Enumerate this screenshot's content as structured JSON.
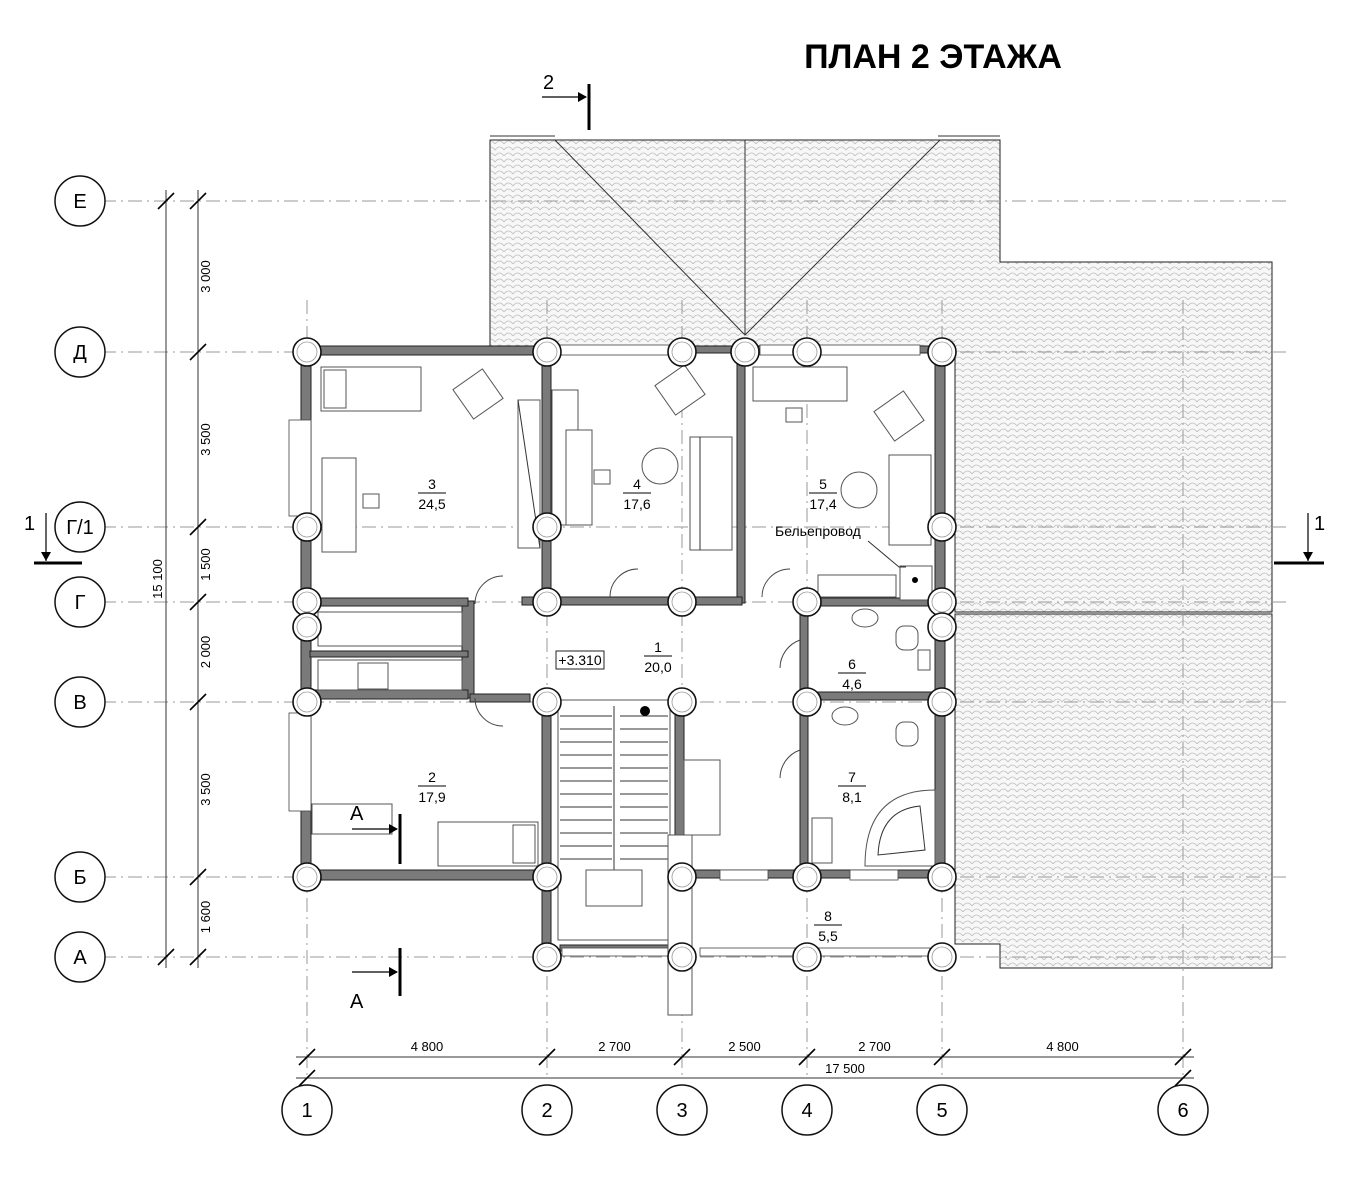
{
  "title": "ПЛАН 2 ЭТАЖА",
  "axes_letter": [
    "Е",
    "Д",
    "Г/1",
    "Г",
    "В",
    "Б",
    "А"
  ],
  "axes_number": [
    "1",
    "2",
    "3",
    "4",
    "5",
    "6"
  ],
  "dims_vertical": [
    "3 000",
    "3 500",
    "1 500",
    "2 000",
    "3 500",
    "1 600"
  ],
  "dim_vertical_total": "15 100",
  "dims_horizontal": [
    "4 800",
    "2 700",
    "2 500",
    "2 700",
    "4 800"
  ],
  "dim_horizontal_total": "17 500",
  "rooms": [
    {
      "num": "1",
      "area": "20,0"
    },
    {
      "num": "2",
      "area": "17,9"
    },
    {
      "num": "3",
      "area": "24,5"
    },
    {
      "num": "4",
      "area": "17,6"
    },
    {
      "num": "5",
      "area": "17,4"
    },
    {
      "num": "6",
      "area": "4,6"
    },
    {
      "num": "7",
      "area": "8,1"
    },
    {
      "num": "8",
      "area": "5,5"
    }
  ],
  "level_mark": "+3.310",
  "linen_chute_label": "Бельепровод",
  "section_1_label": "1",
  "section_2_label": "2",
  "section_A_label": "А"
}
